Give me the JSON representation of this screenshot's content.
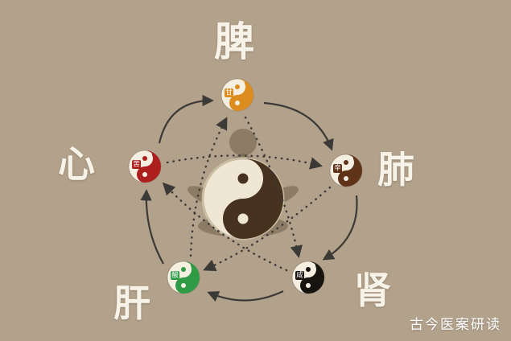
{
  "canvas": {
    "background": "#b2a18b"
  },
  "watermark": {
    "text": "古今医案研读",
    "color": "#ffffff"
  },
  "center": {
    "name": "meditating-figure-with-yinyang",
    "yin_color": "#efe7d4",
    "yang_color": "#46321f",
    "figure_color": "#6e5e48"
  },
  "arrows": {
    "color": "#3c3a36",
    "generating_cycle": [
      "heart→spleen",
      "spleen→lung",
      "lung→kidney",
      "kidney→liver",
      "liver→heart"
    ],
    "controlling_cycle": [
      "heart→lung",
      "liver→spleen",
      "spleen→kidney",
      "lung→liver",
      "kidney→heart"
    ]
  },
  "organs": [
    {
      "id": "spleen",
      "label": "脾",
      "flavor": "甘",
      "color": "#dd8d20"
    },
    {
      "id": "lung",
      "label": "肺",
      "flavor": "辛",
      "color": "#5f3317"
    },
    {
      "id": "kidney",
      "label": "肾",
      "flavor": "咸",
      "color": "#17130f"
    },
    {
      "id": "liver",
      "label": "肝",
      "flavor": "酸",
      "color": "#2f9c45"
    },
    {
      "id": "heart",
      "label": "心",
      "flavor": "苦",
      "color": "#ad1f1c"
    }
  ]
}
